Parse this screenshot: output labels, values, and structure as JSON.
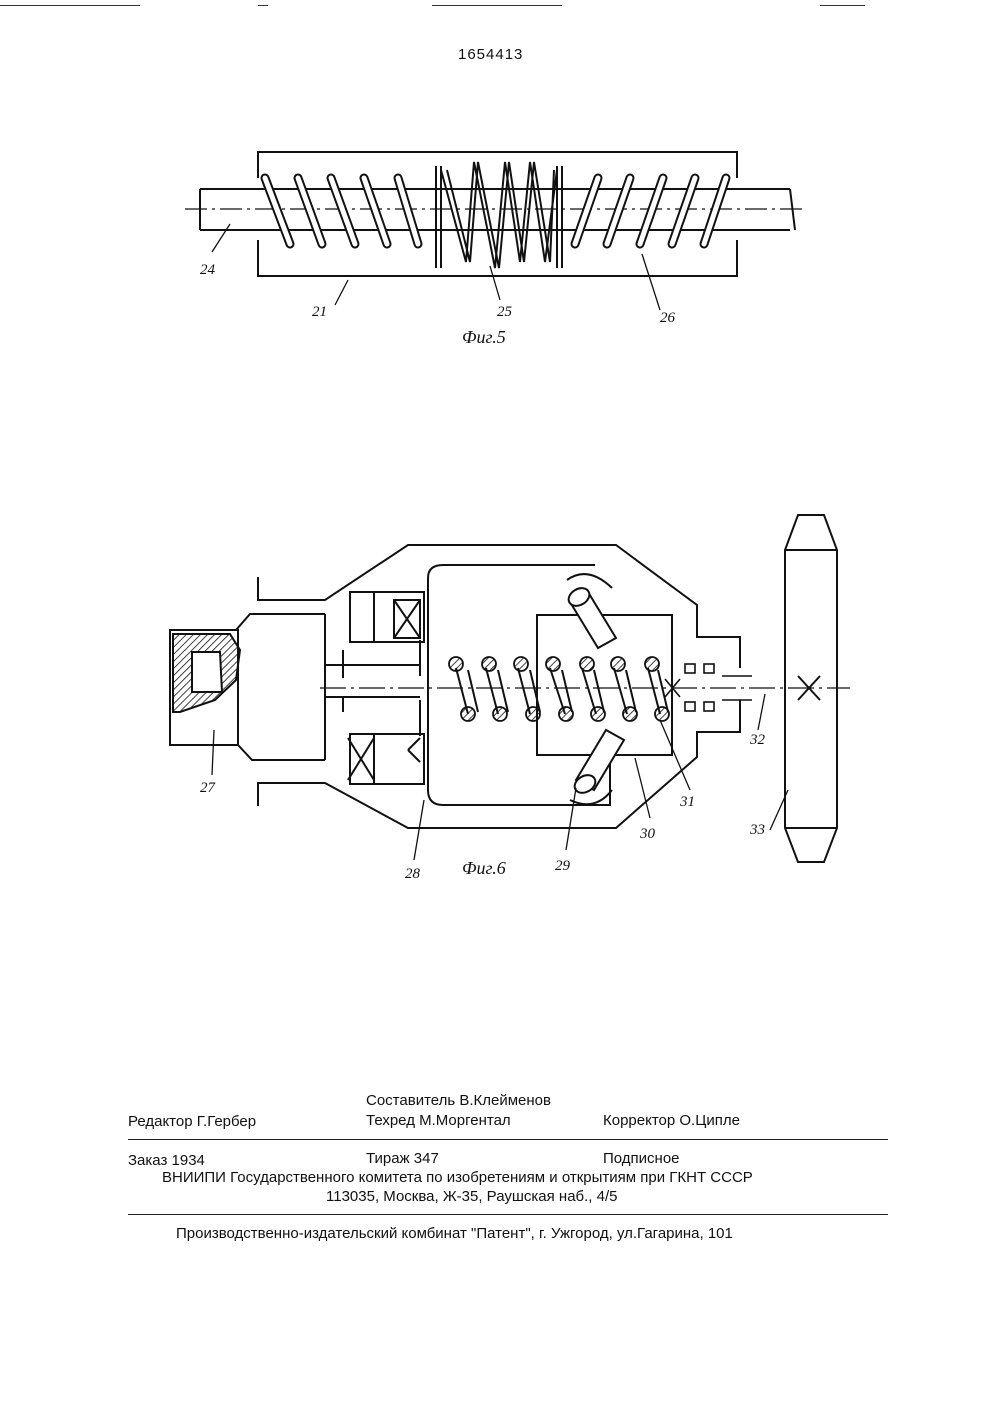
{
  "document": {
    "patent_number": "1654413"
  },
  "figure5": {
    "caption": "Фиг.5",
    "labels": {
      "l24": "24",
      "l21": "21",
      "l25": "25",
      "l26": "26"
    }
  },
  "figure6": {
    "caption": "Фиг.6",
    "labels": {
      "l27": "27",
      "l28": "28",
      "l29": "29",
      "l30": "30",
      "l31": "31",
      "l32": "32",
      "l33": "33"
    }
  },
  "imprint": {
    "compiler": "Составитель В.Клейменов",
    "editor": "Редактор Г.Гербер",
    "techred": "Техред М.Моргентал",
    "corrector": "Корректор О.Ципле",
    "order": "Заказ 1934",
    "circulation": "Тираж 347",
    "subscription": "Подписное",
    "institution": "ВНИИПИ Государственного комитета по изобретениям и открытиям при ГКНТ СССР",
    "address": "113035, Москва, Ж-35, Раушская наб., 4/5",
    "publisher": "Производственно-издательский комбинат \"Патент\", г. Ужгород, ул.Гагарина, 101"
  }
}
